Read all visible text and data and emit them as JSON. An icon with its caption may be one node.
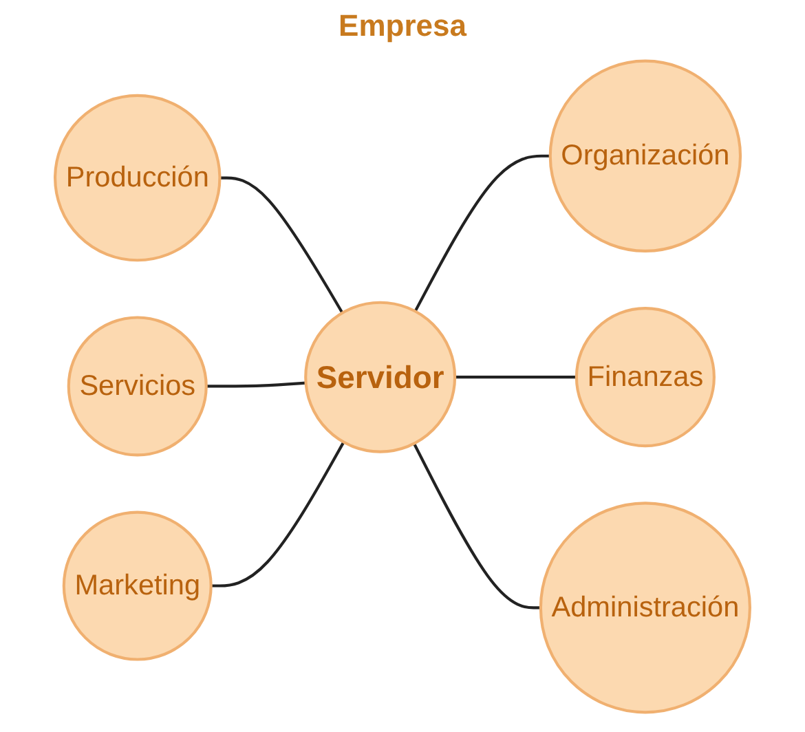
{
  "diagram": {
    "title": "Empresa",
    "nodes": [
      {
        "text": [
          "Producción"
        ]
      },
      {
        "text": [
          "Organización"
        ]
      },
      {
        "text": [
          "Servicios"
        ]
      },
      {
        "text": [
          "Servidor"
        ]
      },
      {
        "text": [
          "Finanzas"
        ]
      },
      {
        "text": [
          "Marketing"
        ]
      },
      {
        "text": [
          "Administración"
        ]
      }
    ],
    "edges": [
      {
        "from": 0,
        "to": 3,
        "arrow": "none"
      },
      {
        "from": 3,
        "to": 1,
        "arrow": "none"
      },
      {
        "from": 2,
        "to": 3,
        "arrow": "none"
      },
      {
        "from": 3,
        "to": 4,
        "arrow": "none"
      },
      {
        "from": 5,
        "to": 3,
        "arrow": "none"
      },
      {
        "from": 3,
        "to": 6,
        "arrow": "none"
      }
    ]
  }
}
